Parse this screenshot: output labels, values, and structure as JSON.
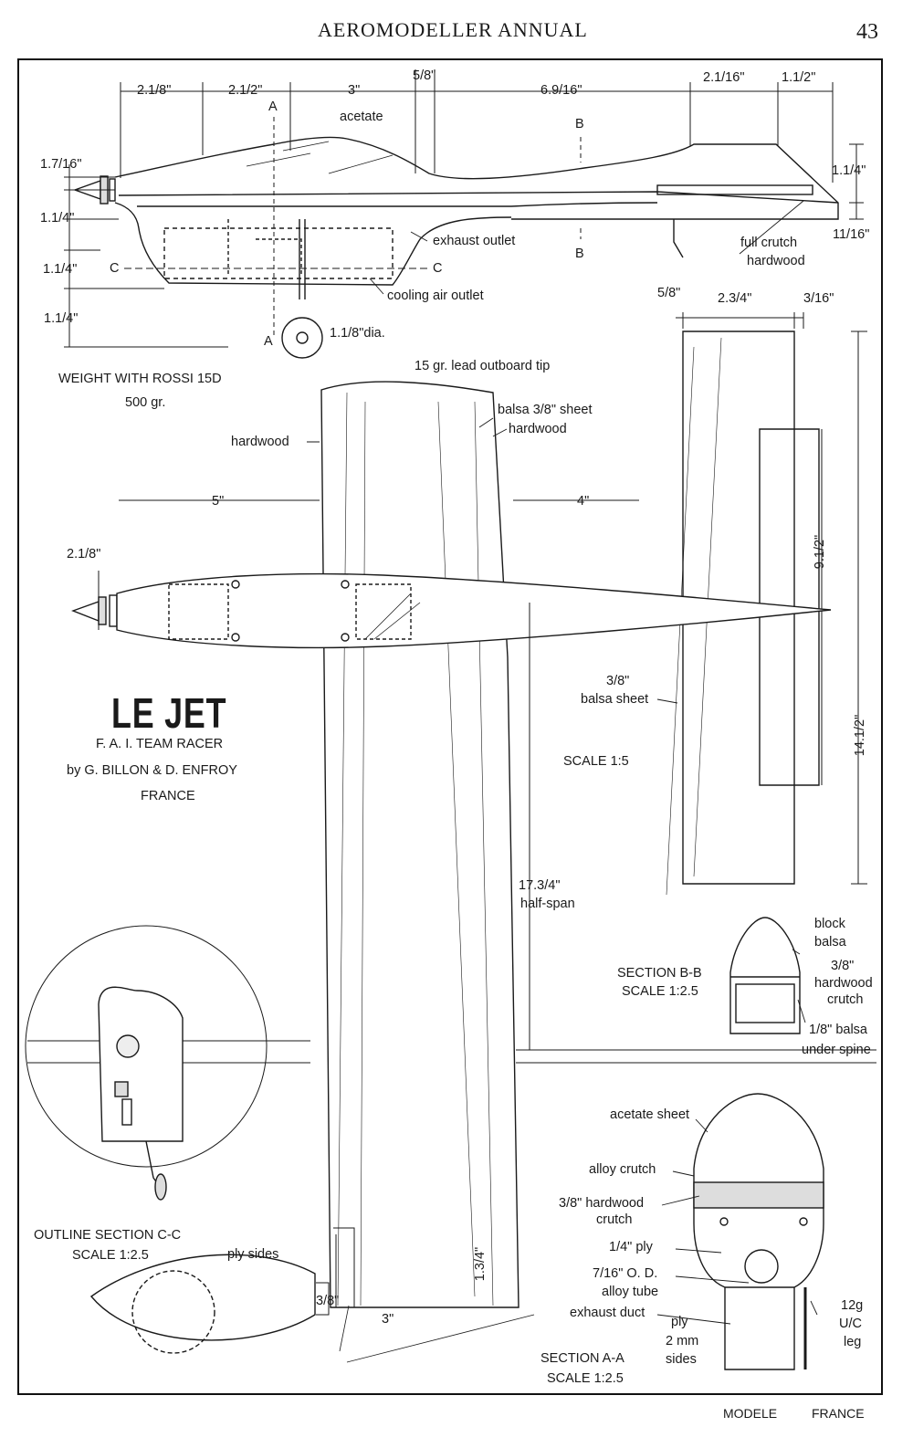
{
  "header": {
    "title": "AEROMODELLER ANNUAL",
    "page_number": "43"
  },
  "footer": {
    "left": "MODELE",
    "right": "FRANCE"
  },
  "model": {
    "name": "LE JET",
    "class": "F. A. I. TEAM RACER",
    "designers": "by G. BILLON & D. ENFROY",
    "country": "FRANCE"
  },
  "notes": {
    "weight_line1": "WEIGHT WITH ROSSI 15D",
    "weight_line2": "500 gr.",
    "tip_weight": "15 gr. lead outboard tip",
    "scale": "SCALE 1:5",
    "half_span_value": "17.3/4\"",
    "half_span_label": "half-span"
  },
  "side_view": {
    "dims_top": [
      "2.1/8\"",
      "2.1/2\"",
      "3\"",
      "5/8\"",
      "6.9/16\"",
      "2.1/16\"",
      "1.1/2\""
    ],
    "dims_left": [
      "1.7/16\"",
      "1.1/4\"",
      "1.1/4\"",
      "1.1/4\""
    ],
    "dims_right": [
      "1.1/4\"",
      "11/16\""
    ],
    "section_marks": {
      "a": "A",
      "b": "B",
      "c": "C"
    },
    "labels": {
      "acetate": "acetate",
      "exhaust_outlet": "exhaust outlet",
      "cooling_air_outlet": "cooling air outlet",
      "full_crutch_1": "full crutch",
      "full_crutch_2": "hardwood",
      "wheel": "1.1/8\"dia."
    }
  },
  "plan_view": {
    "labels": {
      "balsa_sheet": "balsa 3/8\" sheet",
      "hardwood_r": "hardwood",
      "hardwood_l": "hardwood",
      "balsa_38_1": "3/8\"",
      "balsa_38_2": "balsa sheet"
    },
    "dims": {
      "le_5": "5\"",
      "fus_218": "2.1/8\"",
      "te_4": "4\"",
      "root_134": "1.3/4\"",
      "root_38": "3/8\"",
      "root_3": "3\""
    }
  },
  "tailplane": {
    "dims": {
      "d58": "5/8\"",
      "d234": "2.3/4\"",
      "d316": "3/16\"",
      "d912": "9.1/2\"",
      "d1412": "14.1/2\""
    }
  },
  "section_bb": {
    "title1": "SECTION B-B",
    "title2": "SCALE 1:2.5",
    "labels": [
      "block",
      "balsa",
      "3/8\"",
      "hardwood",
      "crutch",
      "1/8\" balsa",
      "under spine"
    ]
  },
  "section_cc": {
    "title1": "OUTLINE SECTION C-C",
    "title2": "SCALE 1:2.5",
    "ply_sides": "ply sides"
  },
  "section_aa": {
    "title1": "SECTION A-A",
    "title2": "SCALE 1:2.5",
    "labels": {
      "acetate_sheet": "acetate sheet",
      "alloy_crutch": "alloy crutch",
      "hardwood_1": "3/8\" hardwood",
      "hardwood_2": "crutch",
      "ply_14": "1/4\" ply",
      "od_1": "7/16\" O. D.",
      "od_2": "alloy tube",
      "exhaust_duct": "exhaust duct",
      "ply_1": "ply",
      "ply_2": "2 mm",
      "ply_3": "sides",
      "uc_1": "12g",
      "uc_2": "U/C",
      "uc_3": "leg"
    }
  }
}
